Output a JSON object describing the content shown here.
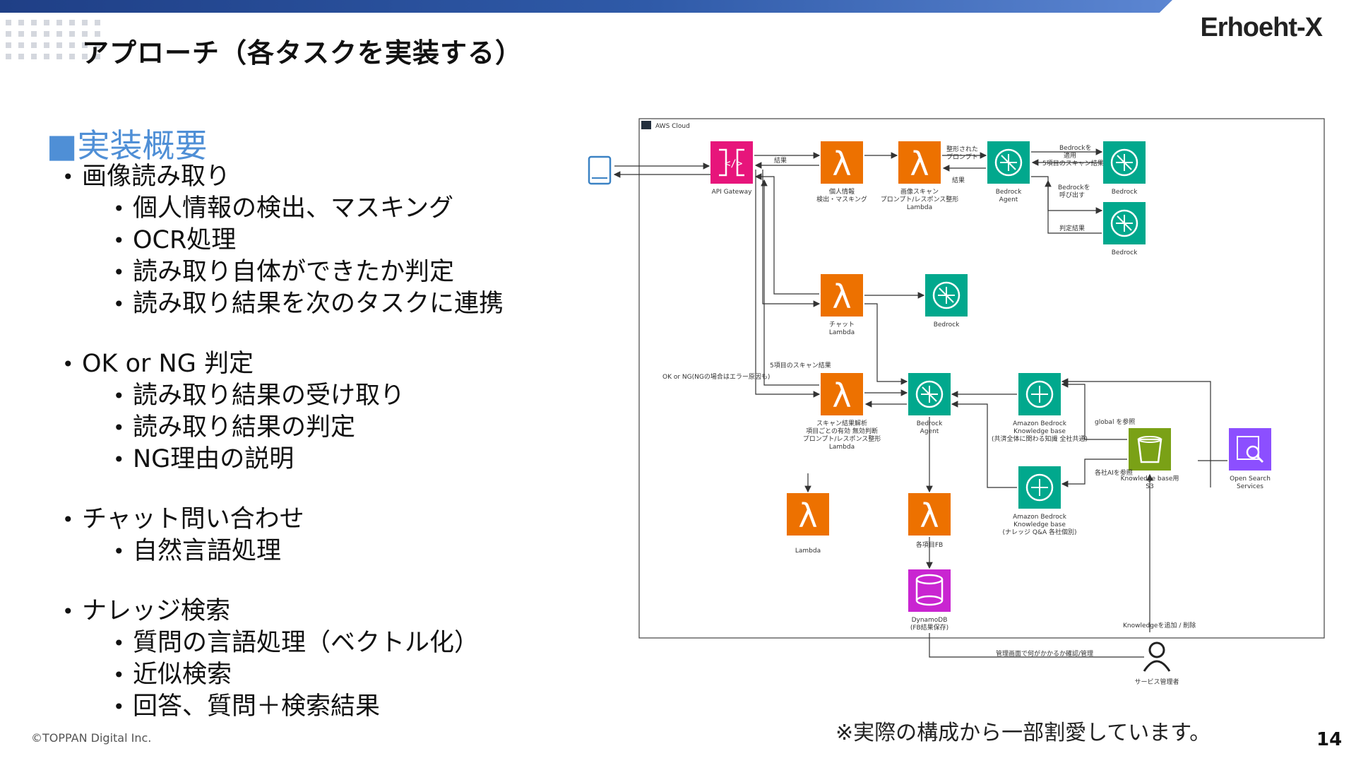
{
  "slide": {
    "title": "アプローチ（各タスクを実装する）",
    "logo": "Erhoeht-X",
    "copyright": "©TOPPAN Digital Inc.",
    "note": "※実際の構成から一部割愛しています。",
    "page_number": "14"
  },
  "section": {
    "heading": "■実装概要"
  },
  "outline": [
    {
      "label": "画像読み取り",
      "children": [
        "個人情報の検出、マスキング",
        "OCR処理",
        "読み取り自体ができたか判定",
        "読み取り結果を次のタスクに連携"
      ]
    },
    {
      "label": "OK or NG 判定",
      "children": [
        "読み取り結果の受け取り",
        "読み取り結果の判定",
        "NG理由の説明"
      ]
    },
    {
      "label": "チャット問い合わせ",
      "children": [
        "自然言語処理"
      ]
    },
    {
      "label": "ナレッジ検索",
      "children": [
        "質問の言語処理（ベクトル化）",
        "近似検索",
        "回答、質問＋検索結果"
      ]
    }
  ],
  "diagram": {
    "cloud_label": "AWS Cloud",
    "colors": {
      "lambda": "#ed7100",
      "gateway": "#e7157b",
      "bedrock": "#01a88d",
      "s3": "#7aa116",
      "opensearch": "#8c4fff",
      "dynamodb": "#c925d1",
      "device": "#3b82c4"
    },
    "nodes": {
      "gateway": "API Gateway",
      "lambda_pii": "個人情報\n検出・マスキング",
      "lambda_scan": "画像スキャン\nプロンプト/レスポンス整形\nLambda",
      "agent1": "Bedrock\nAgent",
      "bedrock1": "Bedrock",
      "bedrock2": "Bedrock",
      "lambda_chat": "チャット\nLambda",
      "bedrock3": "Bedrock",
      "lambda_judge": "スキャン結果解析\n項目ごとの有効 無効判断\nプロンプト/レスポンス整形\nLambda",
      "agent2": "Bedrock\nAgent",
      "kb1": "Amazon Bedrock\nKnowledge base\n(共済全体に関わる知識 全社共通)",
      "kb2": "Amazon Bedrock\nKnowledge base\n(ナレッジ Q&A 各社個別)",
      "s3": "Knowledge base用\nS3",
      "opensearch": "Open Search\nServices",
      "lambda_plain": "Lambda",
      "lambda_fb": "各項目FB",
      "dynamodb": "DynamoDB\n(FB結果保存)",
      "admin": "サービス管理者"
    },
    "edge_labels": {
      "result": "結果",
      "formatted_prompt": "整形された\nプロンプト",
      "result2": "結果",
      "apply": "Bedrockを\n適用\n5項目のスキャン結果",
      "call": "Bedrockを\n呼び出す",
      "judge": "判定結果",
      "scan5": "5項目のスキャン結果",
      "okng": "OK or NG(NGの場合はエラー原因も)",
      "global": "global を参照",
      "company": "各社AIを参照",
      "kb_update": "Knowledgeを追加 / 削除",
      "admin_edge": "管理画面で何がかかるか確認/管理"
    }
  }
}
